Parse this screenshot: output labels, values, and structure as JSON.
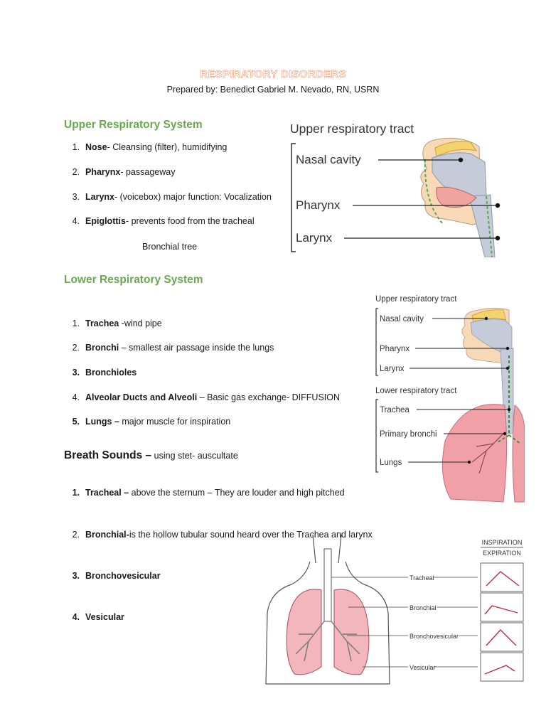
{
  "doc": {
    "title": "RESPIRATORY DISORDERS",
    "author": "Prepared by: Benedict Gabriel M. Nevado, RN, USRN"
  },
  "upper": {
    "heading": "Upper Respiratory System",
    "items": [
      {
        "num": "1.",
        "term": "Nose",
        "desc": "- Cleansing (filter), humidifying"
      },
      {
        "num": "2.",
        "term": "Pharynx",
        "desc": "- passageway"
      },
      {
        "num": "3.",
        "term": "Larynx",
        "desc": "- (voicebox) major function: Vocalization"
      },
      {
        "num": "4.",
        "term": "Epiglottis",
        "desc": "- prevents food from the tracheal"
      }
    ],
    "trailing_text": "Bronchial tree"
  },
  "lower": {
    "heading": "Lower Respiratory System",
    "items": [
      {
        "num": "1.",
        "term": "Trachea",
        "desc": " -wind pipe",
        "num_bold": false
      },
      {
        "num": "2.",
        "term": "Bronchi",
        "desc": " – smallest air passage inside the lungs",
        "num_bold": false
      },
      {
        "num": "3.",
        "term": "Bronchioles",
        "desc": "",
        "num_bold": true
      },
      {
        "num": "4.",
        "term": "Alveolar Ducts and Alveoli",
        "desc": " – Basic gas exchange- DIFFUSION",
        "num_bold": false
      },
      {
        "num": "5.",
        "term": "Lungs –",
        "desc": " major muscle for inspiration",
        "num_bold": true
      }
    ]
  },
  "breath": {
    "heading": "Breath Sounds –",
    "subheading": " using stet- auscultate",
    "items": [
      {
        "num": "1.",
        "term": "Tracheal –",
        "desc": " above the sternum – They are louder and high pitched",
        "num_bold": true
      },
      {
        "num": "2.",
        "term": "Bronchial-",
        "desc": "is the hollow tubular sound heard over the Trachea and larynx",
        "num_bold": false
      },
      {
        "num": "3.",
        "term": "Bronchovesicular",
        "desc": "",
        "num_bold": true
      },
      {
        "num": "4.",
        "term": "Vesicular",
        "desc": "",
        "num_bold": true
      }
    ]
  },
  "figure_upper": {
    "title": "Upper respiratory tract",
    "labels": [
      "Nasal cavity",
      "Pharynx",
      "Larynx"
    ]
  },
  "figure_full": {
    "upper_title": "Upper respiratory tract",
    "upper_labels": [
      "Nasal cavity",
      "Pharynx",
      "Larynx"
    ],
    "lower_title": "Lower respiratory tract",
    "lower_labels": [
      "Trachea",
      "Primary bronchi",
      "Lungs"
    ]
  },
  "figure_sounds": {
    "header_top": "INSPIRATION",
    "header_bottom": "EXPIRATION",
    "labels": [
      "Tracheal",
      "Bronchial",
      "Bronchovesicular",
      "Vesicular"
    ]
  },
  "colors": {
    "heading_green": "#6aa84f",
    "title_outline": "#f0a07a",
    "lung_pink": "#f2a0a8",
    "waveform_red": "#c0283c"
  }
}
